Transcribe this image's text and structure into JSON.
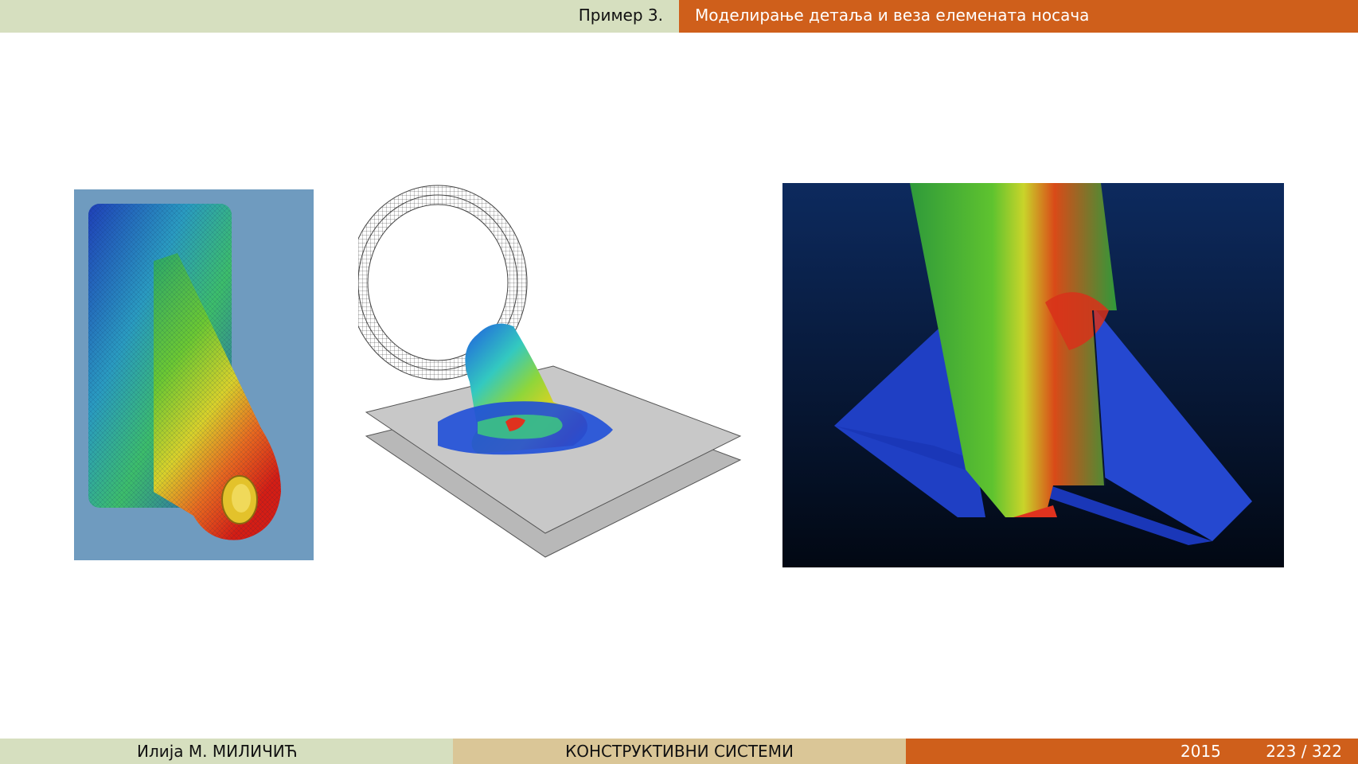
{
  "header": {
    "section": "Пример 3.",
    "subsection": "Моделирање детаља и веза елемената носача"
  },
  "figures": [
    {
      "name": "lug-plate-fem-stress"
    },
    {
      "name": "lifting-ring-fem-stress"
    },
    {
      "name": "column-base-fem-stress"
    }
  ],
  "footer": {
    "author": "Илија М. МИЛИЧИЋ",
    "title": "КОНСТРУКТИВНИ СИСТЕМИ",
    "year": "2015",
    "pages": "223 / 322"
  },
  "colors": {
    "header_left": "#d6dfbf",
    "accent": "#cf5f1b",
    "footer_middle": "#dac697"
  }
}
